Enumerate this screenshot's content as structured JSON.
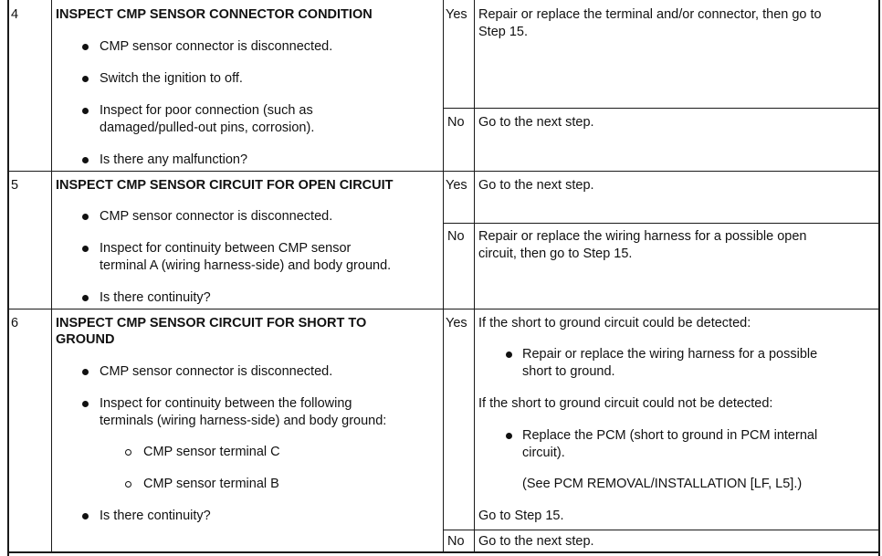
{
  "rows": [
    {
      "step": "4",
      "title": "INSPECT CMP SENSOR CONNECTOR CONDITION",
      "bullets": [
        "CMP sensor connector is disconnected.",
        "Switch the ignition to off.",
        "Inspect for poor connection (such as",
        "damaged/pulled-out pins, corrosion).",
        "Is there any malfunction?"
      ],
      "yes_label": "Yes",
      "yes_action": [
        "Repair or replace the terminal and/or connector, then go to",
        "Step 15."
      ],
      "no_label": "No",
      "no_action": [
        "Go to the next step."
      ]
    },
    {
      "step": "5",
      "title": "INSPECT CMP SENSOR CIRCUIT FOR OPEN CIRCUIT",
      "bullets": [
        "CMP sensor connector is disconnected.",
        "Inspect for continuity between CMP sensor",
        "terminal A (wiring harness-side) and body ground.",
        "Is there continuity?"
      ],
      "yes_label": "Yes",
      "yes_action": [
        "Go to the next step."
      ],
      "no_label": "No",
      "no_action": [
        "Repair or replace the wiring harness for a possible open",
        "circuit, then go to Step 15."
      ]
    },
    {
      "step": "6",
      "title": [
        "INSPECT CMP SENSOR CIRCUIT FOR SHORT TO",
        "GROUND"
      ],
      "bullets": [
        "CMP sensor connector is disconnected.",
        "Inspect for continuity between the following",
        "terminals (wiring harness-side) and body ground:",
        "Is there continuity?"
      ],
      "sub_bullets": [
        "CMP sensor terminal C",
        "CMP sensor terminal B"
      ],
      "yes_label": "Yes",
      "yes_action": {
        "detected": "If the short to ground circuit could be detected:",
        "detected_bullet": [
          "Repair or replace the wiring harness for a possible",
          "short to ground."
        ],
        "not_detected": "If the short to ground circuit could not be detected:",
        "not_detected_bullet": [
          "Replace the PCM (short to ground in PCM internal",
          "circuit)."
        ],
        "see_also": "(See PCM REMOVAL/INSTALLATION [LF, L5].)",
        "goto": "Go to Step 15."
      },
      "no_label": "No",
      "no_action": [
        "Go to the next step."
      ]
    }
  ]
}
